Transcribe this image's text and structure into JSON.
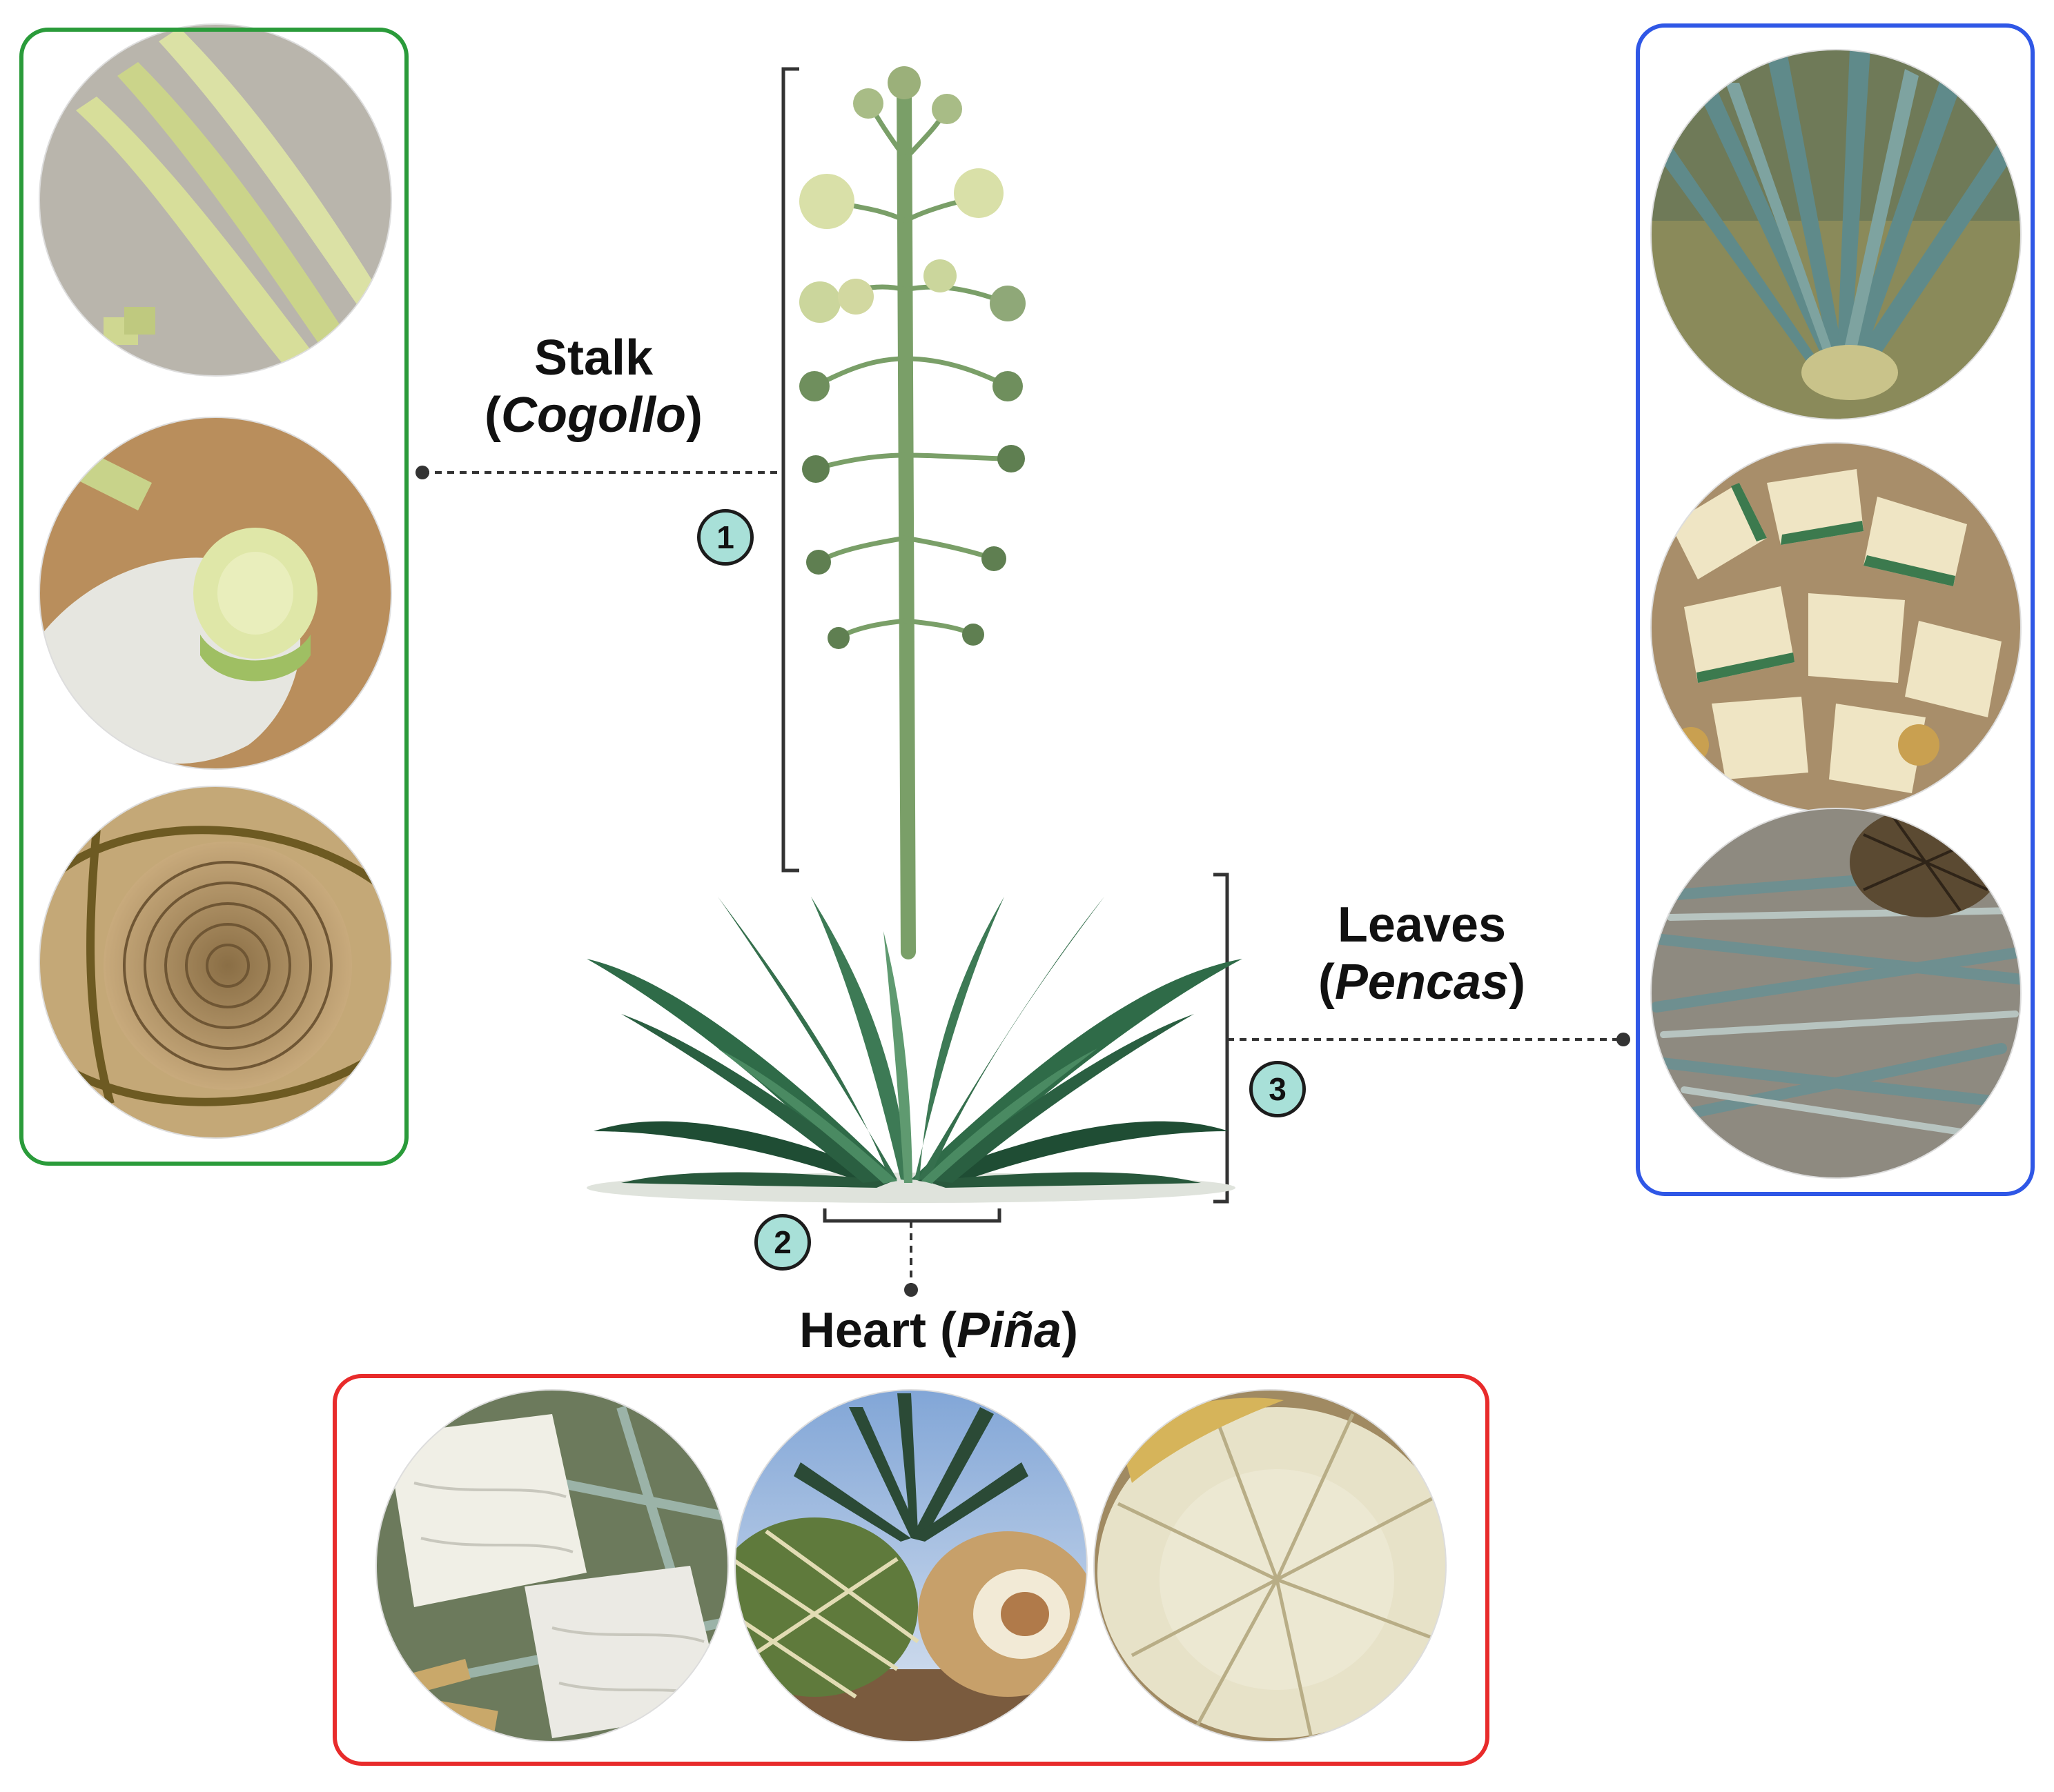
{
  "parts": {
    "stalk": {
      "name": "Stalk",
      "open": "(",
      "local_name": "Cogollo",
      "close": ")",
      "number": "1",
      "frame_color": "#2a9b3a"
    },
    "heart": {
      "name": "Heart",
      "open": "(",
      "local_name": "Piña",
      "close": ")",
      "number": "2",
      "frame_color": "#e82b2b"
    },
    "leaves": {
      "name": "Leaves",
      "open": "(",
      "local_name": "Pencas",
      "close": ")",
      "number": "3",
      "frame_color": "#2f57e6"
    }
  },
  "photos": {
    "stalk": [
      "stalk-strips-photo",
      "stalk-cross-section-photo",
      "stalk-rings-photo"
    ],
    "leaves": [
      "agave-plant-photo",
      "chopped-leaves-photo",
      "leaf-pile-photo"
    ],
    "heart": [
      "cut-hearts-photo",
      "harvested-hearts-photo",
      "heart-cross-section-photo"
    ]
  },
  "colors": {
    "leaf_dark": "#1f4d34",
    "leaf_mid": "#2f6b48",
    "stalk_green": "#6f9a5e",
    "flower_cream": "#d9e0a8",
    "badge_fill": "#a8e0d8",
    "connector": "#333333"
  }
}
